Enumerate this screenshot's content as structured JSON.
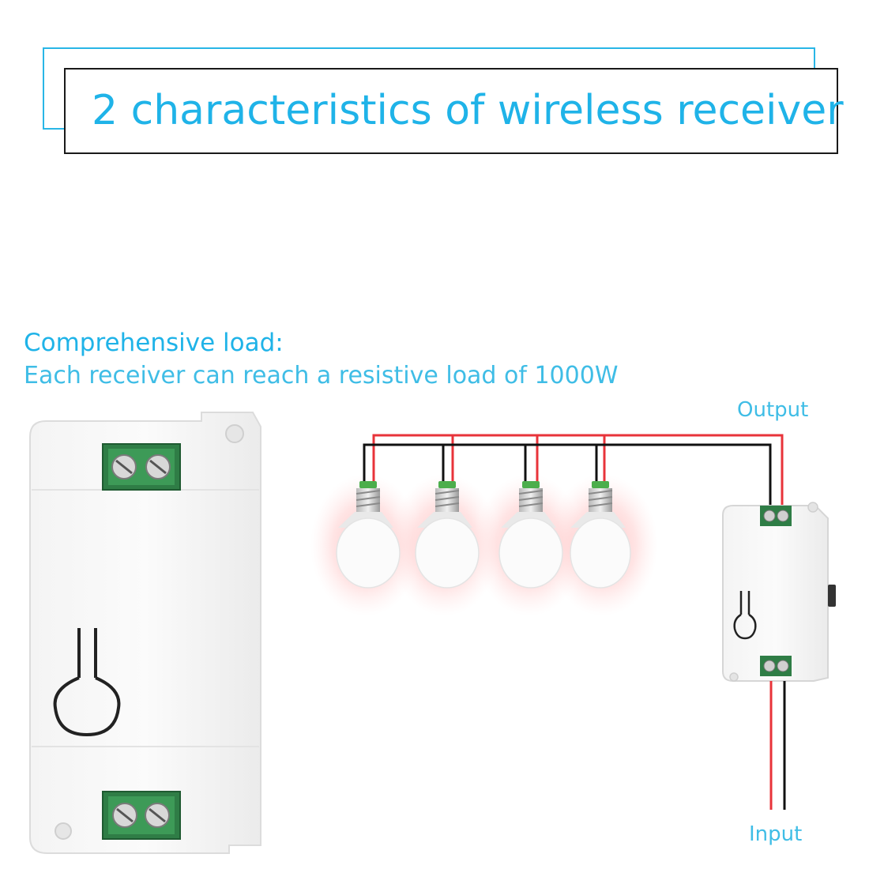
{
  "header": {
    "title": "2 characteristics of wireless receiver",
    "accent_color": "#1fb3e8"
  },
  "load": {
    "heading": "Comprehensive load:",
    "description": "Each receiver can reach a resistive load of 1000W"
  },
  "wiring": {
    "output_label": "Output",
    "input_label": "Input",
    "live_wire_color": "#e8333a",
    "neutral_wire_color": "#111111"
  },
  "icons": [
    "receiver-module-icon",
    "light-bulb-icon",
    "terminal-block-icon",
    "screw-icon"
  ]
}
